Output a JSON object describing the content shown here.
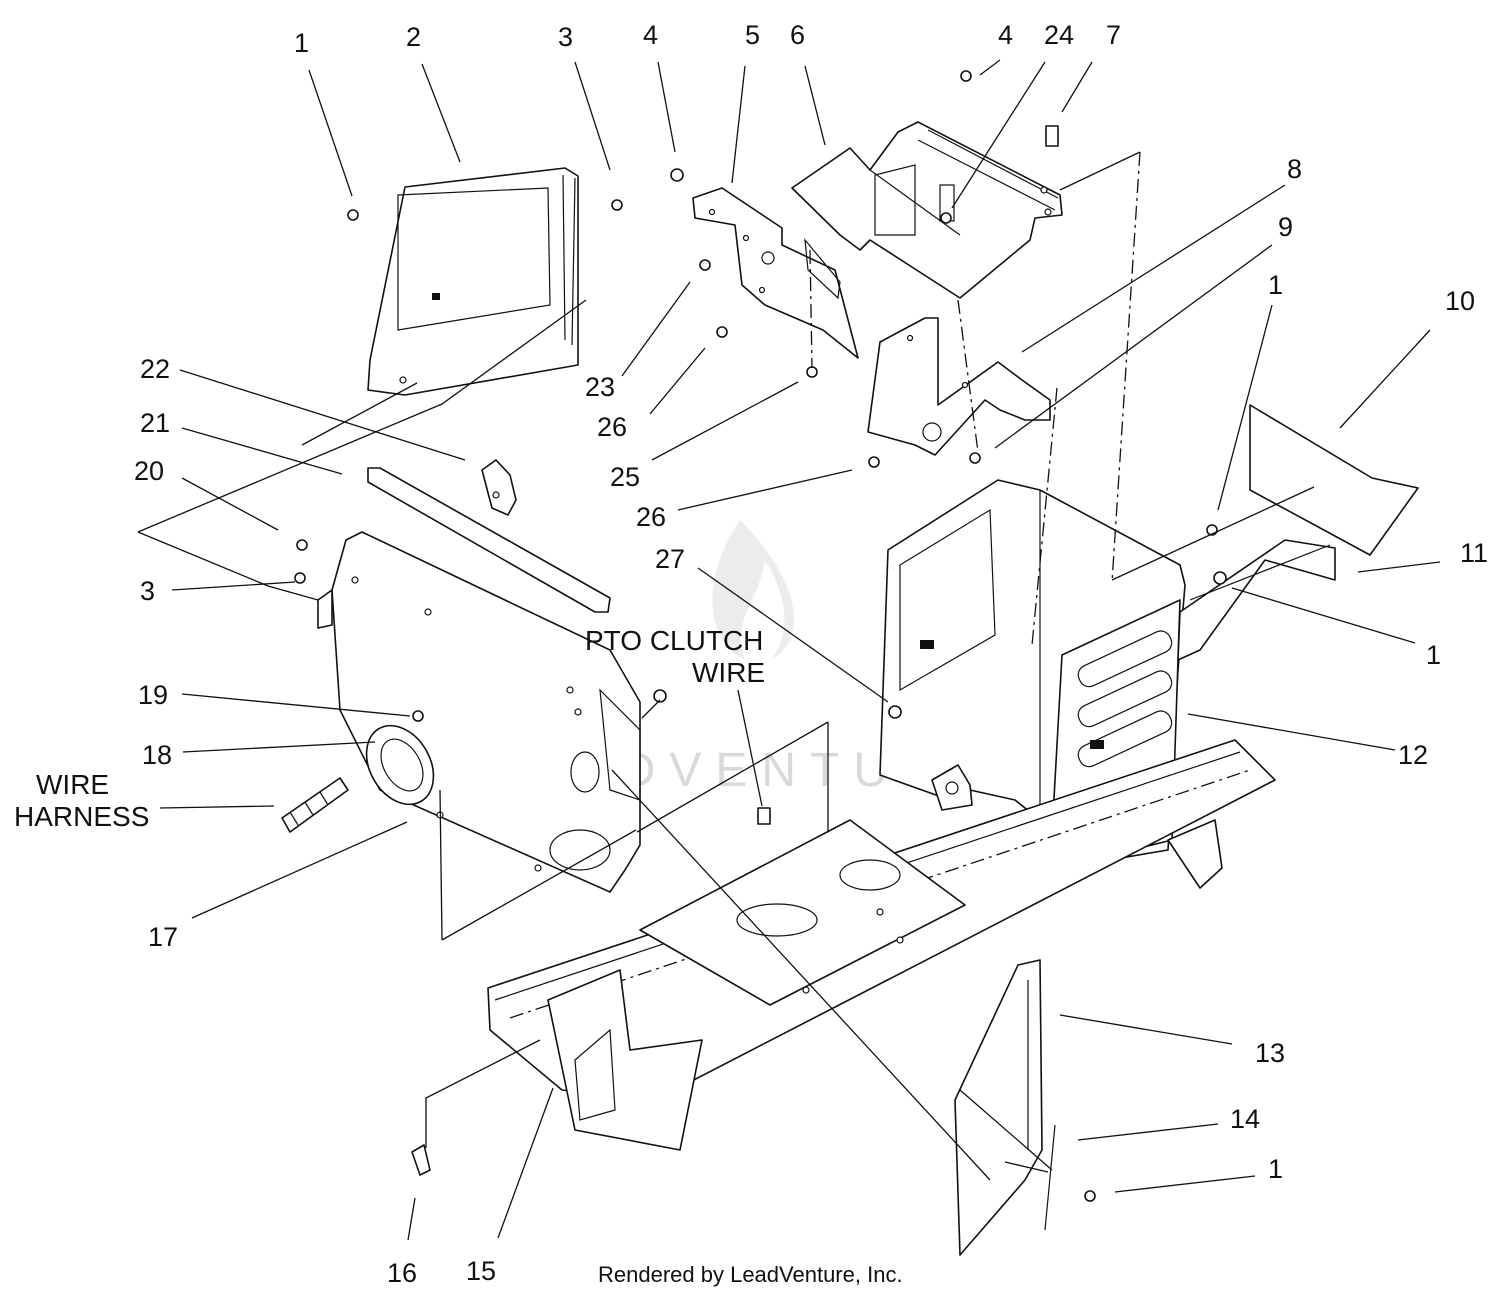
{
  "callouts": [
    "1",
    "2",
    "3",
    "4",
    "5",
    "6",
    "4",
    "24",
    "7",
    "8",
    "9",
    "1",
    "10",
    "11",
    "1",
    "12",
    "22",
    "21",
    "20",
    "3",
    "23",
    "26",
    "25",
    "26",
    "27",
    "19",
    "18",
    "17",
    "13",
    "14",
    "1",
    "16",
    "15"
  ],
  "notes": {
    "pto_line1": "PTO CLUTCH",
    "pto_line2": "WIRE",
    "harness_line1": "WIRE",
    "harness_line2": "HARNESS"
  },
  "credit": "Rendered by LeadVenture, Inc.",
  "watermark": "LEADVENTURE"
}
